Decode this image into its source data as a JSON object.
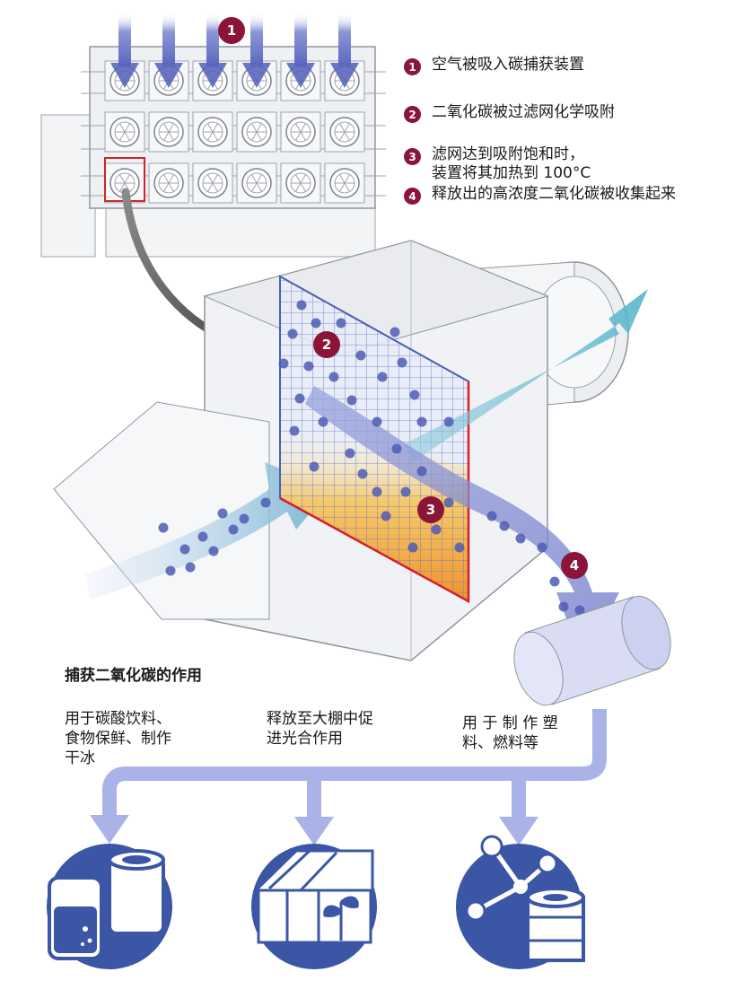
{
  "legend": {
    "steps": [
      {
        "num": "1",
        "text": "空气被吸入碳捕获装置"
      },
      {
        "num": "2",
        "text": "二氧化碳被过滤网化学吸附"
      },
      {
        "num": "3",
        "text": "滤网达到吸附饱和时，\n装置将其加热到 100°C"
      },
      {
        "num": "4",
        "text": "释放出的高浓度二氧化碳被收集起来"
      }
    ]
  },
  "diagram": {
    "badges": [
      "1",
      "2",
      "3",
      "4"
    ]
  },
  "uses": {
    "title": "捕获二氧化碳的作用",
    "items": [
      {
        "text": "用于碳酸饮料、\n食物保鲜、制作\n干冰",
        "icon": "beverage-can-icon"
      },
      {
        "text": "释放至大棚中促\n进光合作用",
        "icon": "greenhouse-icon"
      },
      {
        "text": "用 于 制 作 塑\n料、燃料等",
        "icon": "molecule-barrel-icon"
      }
    ]
  },
  "colors": {
    "badge": "#8a1538",
    "flow_blue": "#7b86d4",
    "pipe": "#a8b2e6",
    "icon_circle": "#3c56a6",
    "filter_hot": "#f2a21c",
    "filter_grid": "#4a5fb0"
  }
}
